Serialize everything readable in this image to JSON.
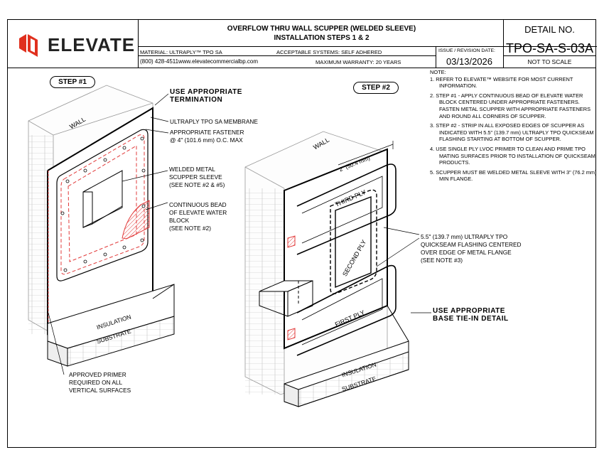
{
  "header": {
    "brand": "ELEVATE",
    "title_line1": "OVERFLOW THRU WALL SCUPPER (WELDED SLEEVE)",
    "title_line2": "INSTALLATION STEPS 1 & 2",
    "material": "MATERIAL: ULTRAPLY™ TPO SA",
    "systems": "ACCEPTABLE SYSTEMS: SELF ADHERED",
    "phone": "(800) 428-4511",
    "website": "www.elevatecommercialbp.com",
    "warranty": "MAXIMUM WARRANTY: 20 YEARS",
    "issue_label": "ISSUE / REVISION DATE:",
    "issue_date": "03/13/2026",
    "detail_label": "DETAIL NO.",
    "detail_id": "TPO-SA-S-03A",
    "scale": "NOT TO SCALE"
  },
  "colors": {
    "brand_red": "#e0301e",
    "dashed_red": "#e23b3b"
  },
  "notes": {
    "heading": "NOTE:",
    "items": [
      "1.  REFER TO ELEVATE™ WEBSITE FOR MOST CURRENT INFORMATION.",
      "2.  STEP #1 - APPLY CONTINUOUS BEAD OF ELEVATE WATER BLOCK CENTERED UNDER APPROPRIATE FASTENERS.  FASTEN METAL SCUPPER WITH APPROPRIATE FASTENERS AND ROUND ALL CORNERS OF SCUPPER.",
      "3.  STEP #2 - STRIP IN ALL EXPOSED EDGES OF SCUPPER AS INDICATED WITH 5.5\" (139.7 mm) ULTRAPLY TPO QUICKSEAM FLASHING STARTING AT BOTTOM OF SCUPPER.",
      "4.  USE SINGLE PLY LVOC PRIMER TO CLEAN AND PRIME TPO MATING SURFACES PRIOR TO INSTALLATION OF QUICKSEAM PRODUCTS.",
      "5.  SCUPPER MUST BE WELDED METAL SLEEVE WITH 3\" (76.2 mm) MIN FLANGE."
    ]
  },
  "step1": {
    "label": "STEP #1",
    "wall": "WALL",
    "insulation": "INSULATION",
    "substrate": "SUBSTRATE",
    "callouts": {
      "termination_1": "USE  APPROPRIATE",
      "termination_2": "TERMINATION",
      "membrane": "ULTRAPLY TPO SA MEMBRANE",
      "fastener_1": "APPROPRIATE FASTENER",
      "fastener_2": "@ 4\" (101.6 mm) O.C. MAX",
      "sleeve_1": "WELDED METAL",
      "sleeve_2": "SCUPPER SLEEVE",
      "sleeve_3": "(SEE NOTE #2 & #5)",
      "bead_1": "CONTINUOUS BEAD",
      "bead_2": "OF ELEVATE WATER",
      "bead_3": "BLOCK",
      "bead_4": "(SEE NOTE #2)",
      "primer_1": "APPROVED PRIMER",
      "primer_2": "REQUIRED ON ALL",
      "primer_3": "VERTICAL SURFACES"
    }
  },
  "step2": {
    "label": "STEP #2",
    "wall": "WALL",
    "insulation": "INSULATION",
    "substrate": "SUBSTRATE",
    "dimension": "2\" (50.4 mm)",
    "ply_third": "THIRD PLY",
    "ply_second": "SECOND PLY",
    "ply_first": "FIRST PLY",
    "callouts": {
      "flashing_1": "5.5\" (139.7 mm) ULTRAPLY TPO",
      "flashing_2": "QUICKSEAM FLASHING CENTERED",
      "flashing_3": "OVER EDGE OF  METAL FLANGE",
      "flashing_4": "(SEE NOTE #3)",
      "base_1": "USE APPROPRIATE",
      "base_2": "BASE TIE-IN DETAIL"
    }
  }
}
